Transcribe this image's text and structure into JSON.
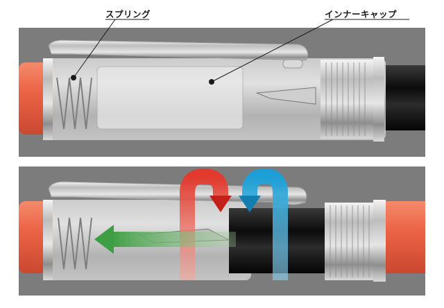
{
  "labels": {
    "spring": "スプリング",
    "inner_cap": "インナーキャップ"
  },
  "colors": {
    "panel_bg": "#7c7c7c",
    "barrel_orange": "#ec6446",
    "barrel_black": "#111111",
    "arrow_red": "#e0302a",
    "arrow_blue": "#1aa6d8",
    "arrow_green": "#4cab4f"
  },
  "panels": [
    {
      "name": "top-panel",
      "description_visible": false
    },
    {
      "name": "bottom-panel",
      "description_visible": false
    }
  ],
  "icons": [
    "rotation-arrow-red",
    "rotation-arrow-blue",
    "push-arrow-green"
  ]
}
